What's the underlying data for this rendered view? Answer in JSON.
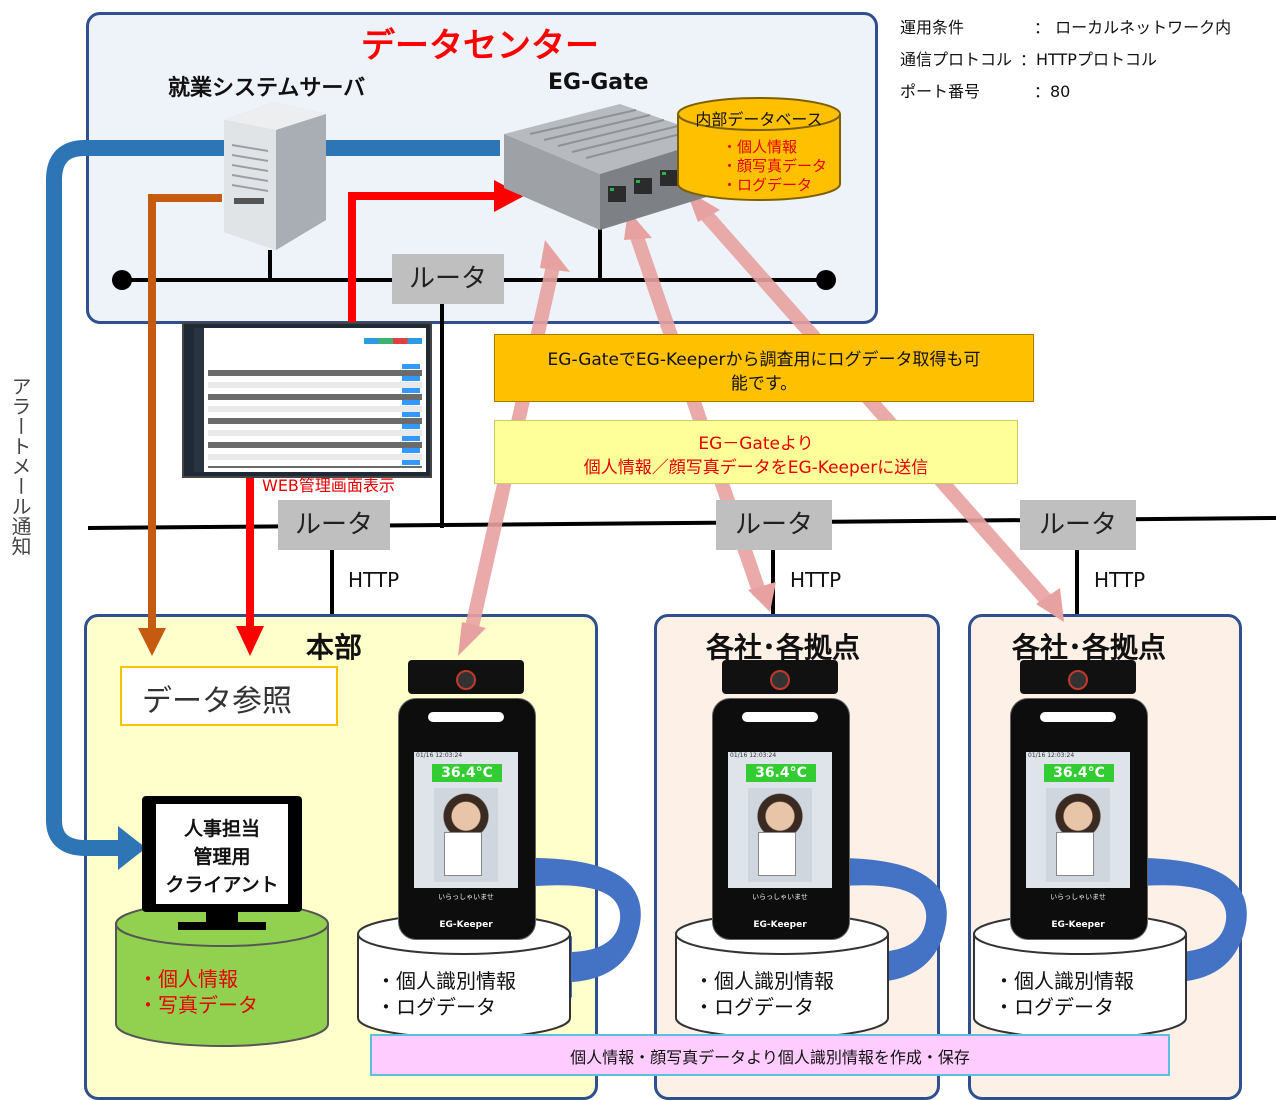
{
  "info": {
    "row1_label": "運用条件",
    "row1_value": "： ローカルネットワーク内",
    "row2_label": "通信プロトコル",
    "row2_value": "：HTTPプロトコル",
    "row3_label": "ポート番号",
    "row3_value": "：80"
  },
  "datacenter": {
    "title": "データセンター",
    "server_label": "就業システムサーバ",
    "gate_label": "EG-Gate",
    "db_title": "内部データベース",
    "db_items": [
      "・個人情報",
      "・顔写真データ",
      "・ログデータ"
    ],
    "router": "ルータ"
  },
  "alert_label": "アラートメール通知",
  "web_label": "WEB管理画面表示",
  "callouts": {
    "orange": "EG-GateでEG-Keeperから調査用にログデータ取得も可能です。",
    "orange_line1": "EG-GateでEG-Keeperから調査用にログデータ取得も可",
    "orange_line2": "能です。",
    "yellow_line1": "EG－Gateより",
    "yellow_line2": "個人情報／顔写真データをEG-Keeperに送信",
    "pink": "個人情報・顔写真データより個人識別情報を作成・保存"
  },
  "network": {
    "routers": [
      "ルータ",
      "ルータ",
      "ルータ"
    ],
    "http": [
      "HTTP",
      "HTTP",
      "HTTP"
    ]
  },
  "sites": {
    "hq_title": "本部",
    "branch_title": "各社･各拠点",
    "data_ref": "データ参照",
    "client_lines": [
      "人事担当",
      "管理用",
      "クライアント"
    ],
    "client_db_items": [
      "・個人情報",
      "・写真データ"
    ],
    "device_db_items": [
      "・個人識別情報",
      "・ログデータ"
    ]
  },
  "device": {
    "temperature": "36.4°C",
    "brand": "EG-Keeper",
    "timestamp": "01/16 12:03:24",
    "greeting": "いらっしゃいませ"
  },
  "colors": {
    "datacenter_bg": "#eef3fa",
    "box_border": "#2f4f8f",
    "hq_bg": "#ffffcc",
    "branch_bg": "#fdf0e6",
    "title_red": "#ff0000",
    "arrow_blue": "#2e75b6",
    "arrow_orange": "#c55a11",
    "arrow_pink": "#e8a1a1",
    "callout_orange": "#ffc000",
    "callout_yellow": "#ffff99",
    "callout_pink": "#ffccff",
    "db_green": "#92d050",
    "db_gold": "#ffc000",
    "temp_green": "#33cc33"
  }
}
